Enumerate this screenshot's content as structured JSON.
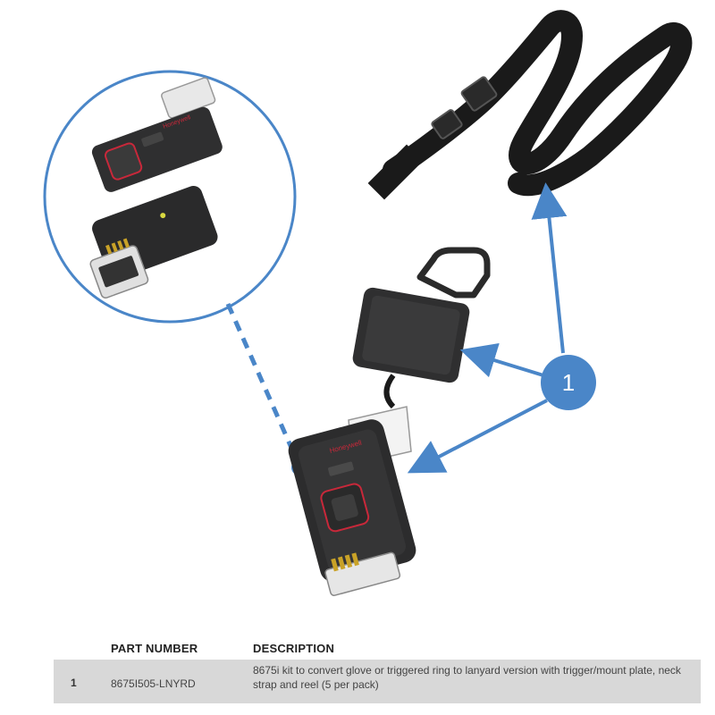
{
  "callout": {
    "number": "1"
  },
  "logo_text": "Honeywell",
  "table": {
    "headers": {
      "part_number": "PART NUMBER",
      "description": "DESCRIPTION"
    },
    "rows": [
      {
        "item": "1",
        "part_number": "8675I505-LNYRD",
        "description": "8675i kit to convert glove or triggered ring to lanyard version with trigger/mount plate, neck strap and reel (5 per pack)"
      }
    ]
  },
  "colors": {
    "accent_blue": "#4a86c8",
    "row_gray": "#d8d8d8",
    "device_dark": "#2f2f30",
    "trigger_red": "#c8283a"
  }
}
